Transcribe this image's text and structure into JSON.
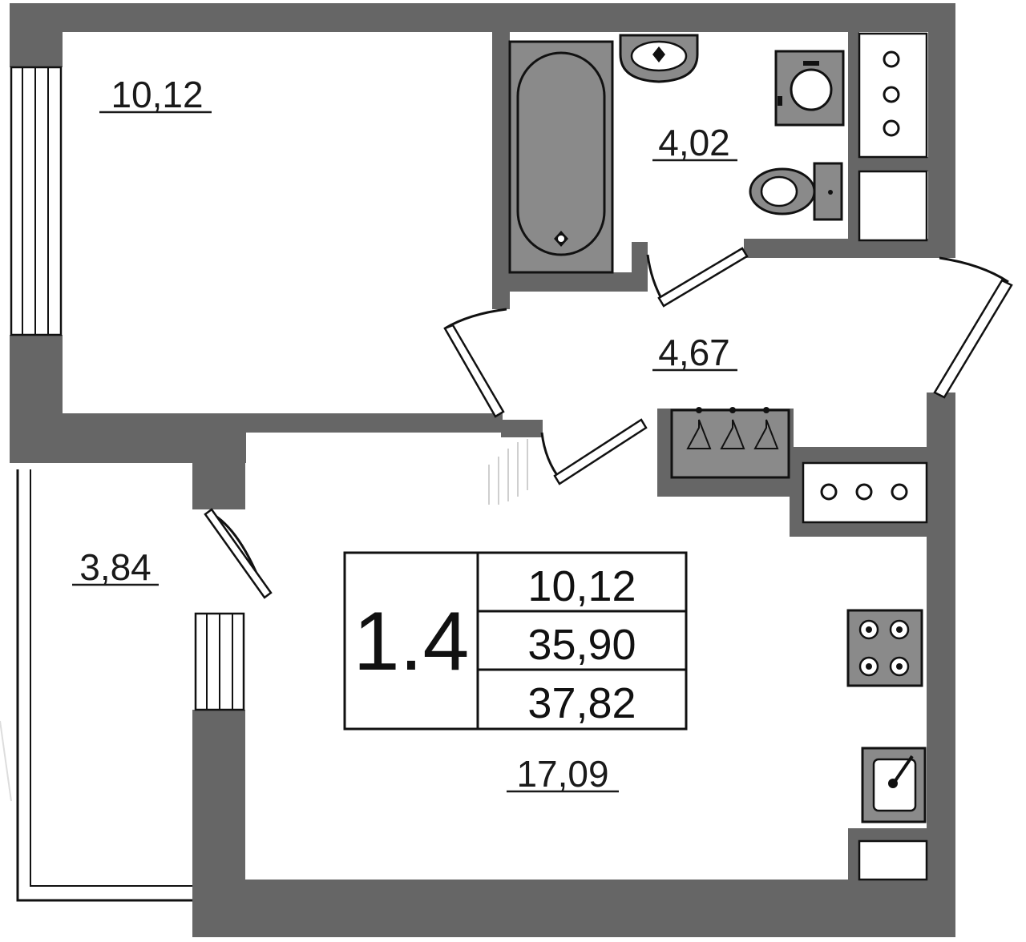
{
  "plan": {
    "apartment_number": "1.4",
    "areas": {
      "living_area": "10,12",
      "total_area": "35,90",
      "total_with_balcony": "37,82"
    },
    "rooms": {
      "bedroom": "10,12",
      "bathroom": "4,02",
      "hallway": "4,67",
      "balcony": "3,84",
      "kitchen_living": "17,09"
    },
    "colors": {
      "wall": "#666666",
      "fixture": "#8a8a8a",
      "line": "#111111",
      "background": "#ffffff"
    },
    "icons": [
      "bathtub-icon",
      "sink-icon",
      "washing-machine-icon",
      "toilet-icon",
      "wardrobe-hangers-icon",
      "kitchen-cabinet-icon",
      "stove-icon",
      "kitchen-sink-icon",
      "ventilation-shaft-icon"
    ]
  }
}
